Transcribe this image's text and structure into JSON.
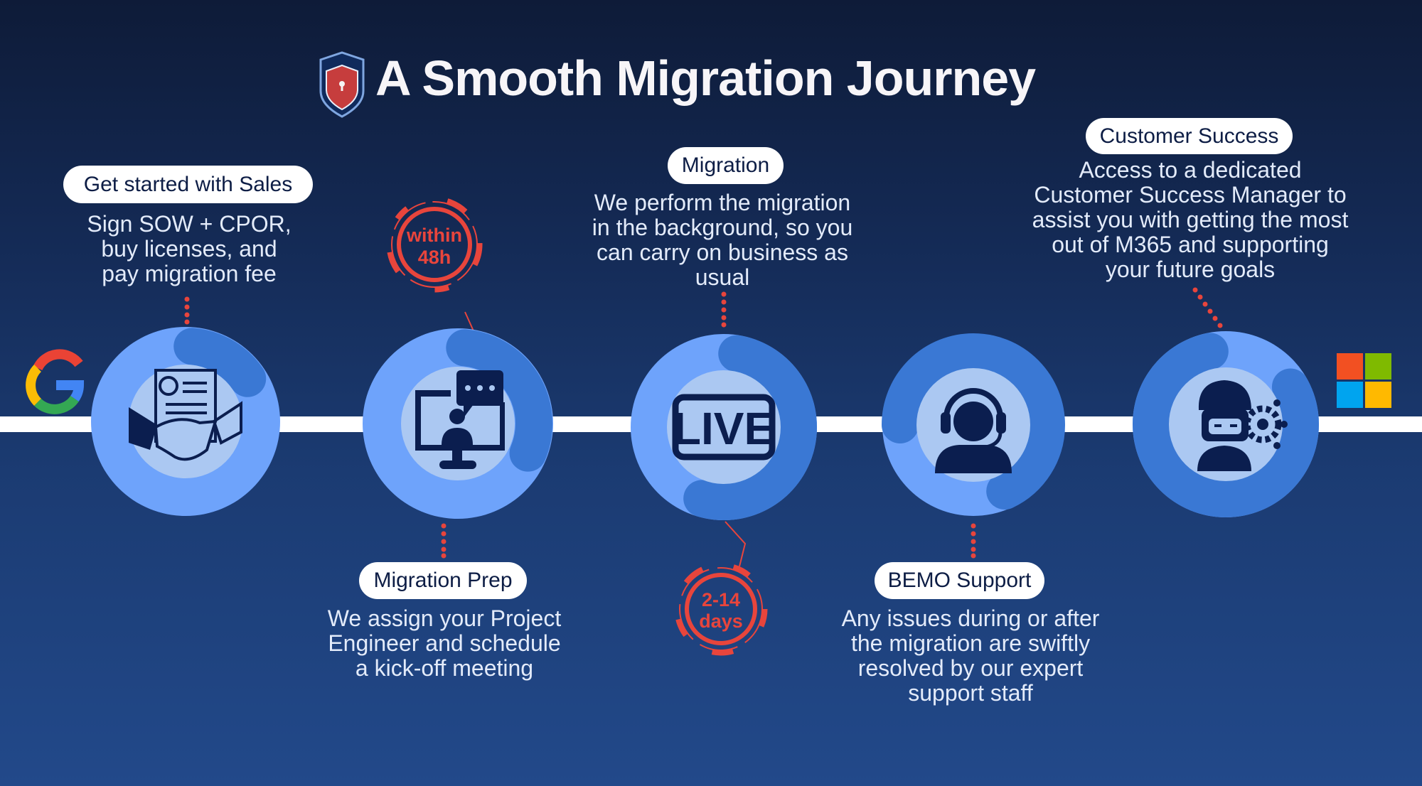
{
  "title": "A Smooth Migration Journey",
  "steps": [
    {
      "label": "Get started with Sales",
      "lines": [
        "Sign SOW + CPOR,",
        "buy licenses, and",
        "pay migration fee"
      ]
    },
    {
      "label": "Migration Prep",
      "lines": [
        "We assign your Project",
        "Engineer and schedule",
        "a kick-off meeting"
      ]
    },
    {
      "label": "Migration",
      "lines": [
        "We perform the migration",
        "in the background, so you",
        "can carry on business as",
        "usual"
      ]
    },
    {
      "label": "BEMO Support",
      "lines": [
        "Any issues during or after",
        "the migration are swiftly",
        "resolved by our expert",
        "support staff"
      ]
    },
    {
      "label": "Customer Success",
      "lines": [
        "Access to a dedicated",
        "Customer Success Manager to",
        "assist you with getting the most",
        "out of M365 and supporting",
        "your future goals"
      ]
    }
  ],
  "badges": {
    "prep": {
      "line1": "within",
      "line2": "48h"
    },
    "migration": {
      "line1": "2-14",
      "line2": "days"
    }
  },
  "live_icon_text": "LIVE",
  "colors": {
    "ring_light": "#6ea3fb",
    "ring_dark": "#3a78d4",
    "inner": "#abc8f2",
    "icon": "#0b1e4f",
    "accent": "#e8453c"
  }
}
